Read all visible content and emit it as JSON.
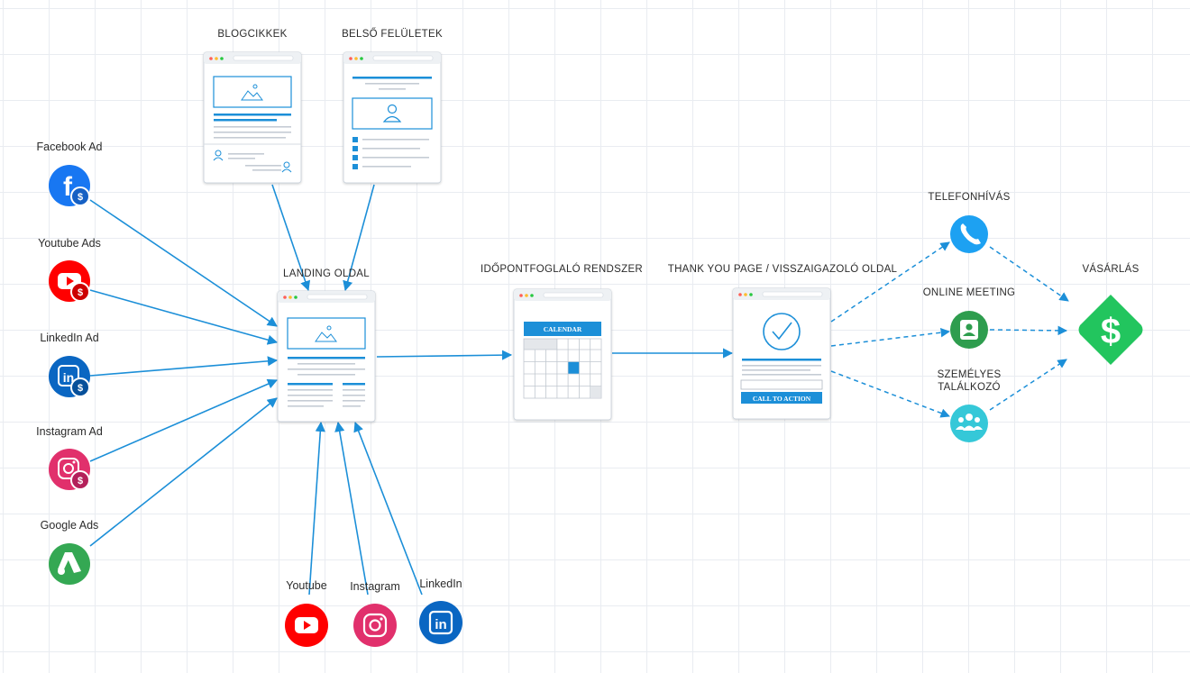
{
  "colors": {
    "arrow_solid": "#1c8fd8",
    "arrow_dashed": "#1c8fd8",
    "facebook": "#1877f2",
    "youtube": "#ff0000",
    "linkedin": "#0a66c2",
    "instagram": "#e1306c",
    "google_ads": "#34a853",
    "phone": "#1da1f2",
    "meeting": "#2e9d4e",
    "personal_meeting": "#35c8d8",
    "purchase": "#22c55e",
    "page_accent": "#1c8fd8"
  },
  "ad_sources": [
    {
      "label": "Facebook Ad",
      "icon": "facebook-ad-icon"
    },
    {
      "label": "Youtube Ads",
      "icon": "youtube-ad-icon"
    },
    {
      "label": "LinkedIn Ad",
      "icon": "linkedin-ad-icon"
    },
    {
      "label": "Instagram Ad",
      "icon": "instagram-ad-icon"
    },
    {
      "label": "Google Ads",
      "icon": "google-ads-icon"
    }
  ],
  "organic_sources": [
    {
      "label": "Youtube",
      "icon": "youtube-icon"
    },
    {
      "label": "Instagram",
      "icon": "instagram-icon"
    },
    {
      "label": "LinkedIn",
      "icon": "linkedin-icon"
    }
  ],
  "content_pages": {
    "blog": "BLOGCIKKEK",
    "internal": "BELSŐ FELÜLETEK"
  },
  "landing": {
    "label": "LANDING OLDAL"
  },
  "booking": {
    "label": "IDŐPONTFOGLALÓ RENDSZER",
    "calendar_text": "CALENDAR"
  },
  "thankyou": {
    "label": "THANK YOU PAGE / VISSZAIGAZOLÓ OLDAL",
    "cta_text": "CALL TO ACTION"
  },
  "channels": [
    {
      "label": "TELEFONHÍVÁS",
      "icon": "phone-icon"
    },
    {
      "label": "ONLINE MEETING",
      "icon": "online-meeting-icon"
    },
    {
      "label_line1": "SZEMÉLYES",
      "label_line2": "TALÁLKOZÓ",
      "icon": "personal-meeting-icon"
    }
  ],
  "purchase": {
    "label": "VÁSÁRLÁS",
    "icon": "dollar-icon"
  }
}
